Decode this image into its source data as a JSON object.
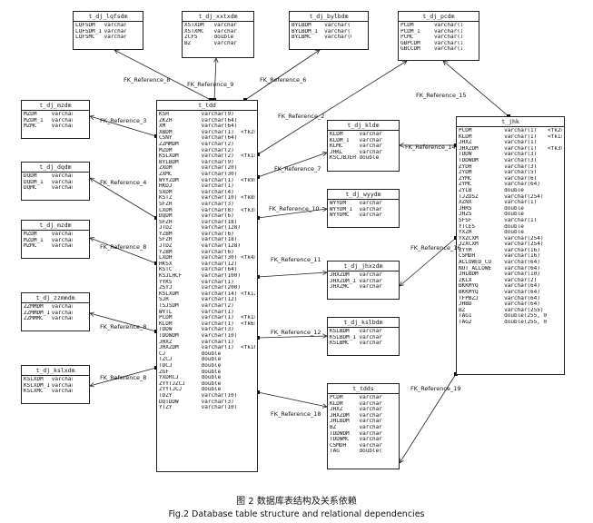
{
  "tables": [
    {
      "id": "lqfsdm",
      "title": "t_dj_lqfsdm",
      "rows": [
        [
          "LQFSDM",
          "varchar(2)",
          ""
        ],
        [
          "LQFSDM_1",
          "varchar(2)",
          ""
        ],
        [
          "LQFSMC",
          "varchar(32)",
          ""
        ]
      ]
    },
    {
      "id": "xxtxdm",
      "title": "t_dj_xxtxdm",
      "rows": [
        [
          "XSTXDM",
          "varchar(1)",
          ""
        ],
        [
          "XSTXMC",
          "varchar(64)",
          ""
        ],
        [
          "ZCFS",
          "double",
          ""
        ],
        [
          "BZ",
          "varchar(254)",
          ""
        ]
      ]
    },
    {
      "id": "bylbdm",
      "title": "t_dj_bylbdm",
      "rows": [
        [
          "BYLBDM",
          "varchar(1)",
          ""
        ],
        [
          "BYLBDM_1",
          "varchar(1)",
          ""
        ],
        [
          "BYLBMC",
          "varchar(64)",
          ""
        ]
      ]
    },
    {
      "id": "pcdm",
      "title": "t_dj_pcdm",
      "rows": [
        [
          "PCDM",
          "varchar(1)",
          ""
        ],
        [
          "PCDM_1",
          "varchar(1)",
          ""
        ],
        [
          "PCMC",
          "varchar(16)",
          ""
        ],
        [
          "GBPCDM",
          "varchar(1)",
          ""
        ],
        [
          "GBCCDM",
          "varchar(1)",
          ""
        ]
      ]
    },
    {
      "id": "mzdm",
      "title": "t_dj_mzdm",
      "rows": [
        [
          "MZDM",
          "varchar(1)",
          ""
        ],
        [
          "MZDM_1",
          "varchar(1)",
          ""
        ],
        [
          "MZMC",
          "varchar(2)",
          ""
        ]
      ]
    },
    {
      "id": "dqdm",
      "title": "t_dj_dqdm",
      "rows": [
        [
          "DQDM",
          "varchar(6)",
          ""
        ],
        [
          "DQDM_1",
          "varchar(6)",
          ""
        ],
        [
          "DQMC",
          "varchar(64)",
          ""
        ]
      ]
    },
    {
      "id": "mzdm2",
      "title": "t_dj_mzdm",
      "rows": [
        [
          "MZDM",
          "varchar(2)",
          ""
        ],
        [
          "MZDM_1",
          "varchar(2)",
          ""
        ],
        [
          "MZMC",
          "varchar(20)",
          ""
        ]
      ]
    },
    {
      "id": "zzmmdm",
      "title": "t_dj_zzmmdm",
      "rows": [
        [
          "ZZMMDM",
          "varchar(2)",
          ""
        ],
        [
          "ZZMMDM_1",
          "varchar(2)",
          ""
        ],
        [
          "ZZMMMC",
          "varchar(32)",
          ""
        ]
      ]
    },
    {
      "id": "kslxdm",
      "title": "t_dj_kslxdm",
      "rows": [
        [
          "KSLXDM",
          "varchar(2)",
          ""
        ],
        [
          "KSLXDM_1",
          "varchar(2)",
          ""
        ],
        [
          "KSLXMC",
          "varchar(64)",
          ""
        ]
      ]
    },
    {
      "id": "tdd",
      "title": "t_tdd",
      "rows": [
        [
          "KSH",
          "varchar(9)",
          ""
        ],
        [
          "ZKZH",
          "varchar(64)",
          ""
        ],
        [
          "XM",
          "varchar(64)",
          ""
        ],
        [
          "XBDM",
          "varchar(1)",
          "<fk2>"
        ],
        [
          "CSNY",
          "varchar(64)",
          ""
        ],
        [
          "ZZMMDM",
          "varchar(2)",
          ""
        ],
        [
          "MZDM",
          "varchar(2)",
          ""
        ],
        [
          "KSLXDM",
          "varchar(2)",
          "<fk1>"
        ],
        [
          "BYLBDM",
          "varchar(9)",
          ""
        ],
        [
          "ZXDM",
          "varchar(20)",
          ""
        ],
        [
          "ZXMC",
          "varchar(30)",
          ""
        ],
        [
          "WYYZDM",
          "varchar(1)",
          "<fk9>"
        ],
        [
          "HKDJ",
          "varchar(1)",
          ""
        ],
        [
          "SXDM",
          "varchar(4)",
          ""
        ],
        [
          "KSTZ",
          "varchar(10)",
          "<fk8>"
        ],
        [
          "SFZH",
          "varchar(3)",
          ""
        ],
        [
          "LXDM",
          "varchar(8)",
          "<fk3>"
        ],
        [
          "DQDM",
          "varchar(6)",
          ""
        ],
        [
          "SFZH",
          "varchar(18)",
          ""
        ],
        [
          "JTDZ",
          "varchar(128)",
          ""
        ],
        [
          "YZBM",
          "varchar(6)",
          ""
        ],
        [
          "SFZH",
          "varchar(18)",
          ""
        ],
        [
          "JTDZ",
          "varchar(128)",
          ""
        ],
        [
          "YZBM",
          "varchar(6)",
          ""
        ],
        [
          "LXDH",
          "varchar(30)",
          "<fk4>"
        ],
        [
          "HKSX",
          "varchar(12)",
          ""
        ],
        [
          "KSTC",
          "varchar(64)",
          ""
        ],
        [
          "KSJLHCF",
          "varchar(100)",
          ""
        ],
        [
          "YYKS",
          "varchar(1)",
          ""
        ],
        [
          "ZSYJ",
          "varchar(200)",
          ""
        ],
        [
          "KSLXDM",
          "varchar(14)",
          "<fk12>"
        ],
        [
          "SJR",
          "varchar(12)",
          ""
        ],
        [
          "TSJSDM",
          "varchar(2)",
          ""
        ],
        [
          "WYTL",
          "varchar(1)",
          ""
        ],
        [
          "PCDM",
          "varchar(1)",
          "<fk1>"
        ],
        [
          "KLDM",
          "varchar(1)",
          "<fk6>"
        ],
        [
          "TDDW",
          "varchar(3)",
          ""
        ],
        [
          "TDDWDM",
          "varchar(10)",
          ""
        ],
        [
          "JHXZ",
          "varchar(1)",
          ""
        ],
        [
          "JHXZDM",
          "varchar(1)",
          "<fk10>"
        ],
        [
          "CJ",
          "double",
          ""
        ],
        [
          "TZCJ",
          "double",
          ""
        ],
        [
          "TDCJ",
          "double",
          ""
        ],
        [
          "ZGF",
          "double",
          ""
        ],
        [
          "YXDRCJ",
          "double",
          ""
        ],
        [
          "ZYYTJZCJ",
          "double",
          ""
        ],
        [
          "ZYYTJCJ",
          "double",
          ""
        ],
        [
          "TDZY",
          "varchar(10)",
          ""
        ],
        [
          "DQTDDW",
          "varchar(3)",
          ""
        ],
        [
          "YTZY",
          "varchar(10)",
          ""
        ]
      ]
    },
    {
      "id": "kldm",
      "title": "t_dj_kldm",
      "rows": [
        [
          "KLDM",
          "varchar(1)",
          ""
        ],
        [
          "KLDM_1",
          "varchar(1)",
          ""
        ],
        [
          "KLMC",
          "varchar(16)",
          ""
        ],
        [
          "JHKL",
          "varchar(20)",
          ""
        ],
        [
          "KSCJBJEH",
          "double",
          ""
        ]
      ]
    },
    {
      "id": "wyydm",
      "title": "t_dj_wyydm",
      "rows": [
        [
          "WYYDM",
          "varchar(1)",
          ""
        ],
        [
          "WYYDM_1",
          "varchar(1)",
          ""
        ],
        [
          "WYYDMC",
          "varchar(12)",
          ""
        ]
      ]
    },
    {
      "id": "jhxzdm",
      "title": "t_dj_jhxzdm",
      "rows": [
        [
          "JHXZDM",
          "varchar(1)",
          ""
        ],
        [
          "JHXZDM_1",
          "varchar(1)",
          ""
        ],
        [
          "JHXZMC",
          "varchar(32)",
          ""
        ]
      ]
    },
    {
      "id": "kslbdm",
      "title": "t_dj_kslbdm",
      "rows": [
        [
          "KSLBDM",
          "varchar(1)",
          ""
        ],
        [
          "KSLBDM_1",
          "varchar(1)",
          ""
        ],
        [
          "KSLBMC",
          "varchar(16)",
          ""
        ]
      ]
    },
    {
      "id": "tdds",
      "title": "t_tdds",
      "rows": [
        [
          "PCDM",
          "varchar(1)",
          ""
        ],
        [
          "KLDM",
          "varchar(1)",
          ""
        ],
        [
          "JHXZ",
          "varchar(1)",
          ""
        ],
        [
          "JHXZDM",
          "varchar(1)",
          ""
        ],
        [
          "JHLBDM",
          "varchar(10)",
          ""
        ],
        [
          "BZ",
          "varchar(64)",
          ""
        ],
        [
          "TDDWDM",
          "varchar(3)",
          ""
        ],
        [
          "TDDWMC",
          "varchar(64)",
          ""
        ],
        [
          "CSMDH",
          "varchar(16)",
          ""
        ],
        [
          "TAG",
          "double(255, 0)",
          ""
        ]
      ]
    },
    {
      "id": "jhk",
      "title": "t_jhk",
      "rows": [
        [
          "PCDM",
          "varchar(1)",
          "<fk2>"
        ],
        [
          "KLDM",
          "varchar(1)",
          "<fk1>"
        ],
        [
          "JHXZ",
          "varchar(1)",
          ""
        ],
        [
          "JHXZDM",
          "varchar(1)",
          "<fk3>"
        ],
        [
          "TDDW",
          "varchar(3)",
          ""
        ],
        [
          "TDDWDM",
          "varchar(3)",
          ""
        ],
        [
          "ZYDH",
          "varchar(3)",
          ""
        ],
        [
          "ZYDM",
          "varchar(5)",
          ""
        ],
        [
          "ZYMC",
          "varchar(6)",
          ""
        ],
        [
          "ZYMC",
          "varchar(64)",
          ""
        ],
        [
          "ZYLB",
          "double",
          ""
        ],
        [
          "TJZDSZ",
          "varchar(254)",
          ""
        ],
        [
          "XZNX",
          "varchar(1)",
          ""
        ],
        [
          "JHRS",
          "double",
          ""
        ],
        [
          "JHZS",
          "double",
          ""
        ],
        [
          "SFSF",
          "varchar(1)",
          ""
        ],
        [
          "YTCES",
          "double",
          ""
        ],
        [
          "YXZH",
          "double",
          ""
        ],
        [
          "YXZCXM",
          "varchar(254)",
          ""
        ],
        [
          "JZXCXM",
          "varchar(254)",
          ""
        ],
        [
          "ZYYM",
          "varchar(16)",
          ""
        ],
        [
          "CSMDH",
          "varchar(16)",
          ""
        ],
        [
          "ALLOWED_CO",
          "varchar(64)",
          ""
        ],
        [
          "NOT_ALLOWE",
          "varchar(64)",
          ""
        ],
        [
          "JHLBDM",
          "varchar(10)",
          ""
        ],
        [
          "ZKLX",
          "varchar(2)",
          ""
        ],
        [
          "BKKMYQ",
          "varchar(64)",
          ""
        ],
        [
          "BKKMYQ",
          "varchar(64)",
          ""
        ],
        [
          "TFPBZJ",
          "varchar(64)",
          ""
        ],
        [
          "JHBD",
          "varchar(64)",
          ""
        ],
        [
          "BZ",
          "varchar(255)",
          ""
        ],
        [
          "TAG1",
          "double(255, 0)",
          ""
        ],
        [
          "TAG2",
          "double(255, 0)",
          ""
        ]
      ]
    }
  ],
  "relations": [
    {
      "id": "ref8a",
      "label": "FK_Reference_8"
    },
    {
      "id": "ref9",
      "label": "FK_Reference_9"
    },
    {
      "id": "ref6",
      "label": "FK_Reference_6"
    },
    {
      "id": "ref15",
      "label": "FK_Reference_15"
    },
    {
      "id": "ref3",
      "label": "FK_Reference_3"
    },
    {
      "id": "ref2",
      "label": "FK_Reference_2"
    },
    {
      "id": "ref7",
      "label": "FK_Reference_7"
    },
    {
      "id": "ref14",
      "label": "FK_Reference_14"
    },
    {
      "id": "ref4",
      "label": "FK_Reference_4"
    },
    {
      "id": "ref10",
      "label": "FK_Reference_10"
    },
    {
      "id": "ref16",
      "label": "FK_Reference_16"
    },
    {
      "id": "ref8b",
      "label": "FK_Reference_8"
    },
    {
      "id": "ref11",
      "label": "FK_Reference_11"
    },
    {
      "id": "ref5",
      "label": "FK_Reference_8"
    },
    {
      "id": "ref12",
      "label": "FK_Reference_12"
    },
    {
      "id": "ref8c",
      "label": "FK_Reference_8"
    },
    {
      "id": "ref19",
      "label": "FK_Reference_19"
    },
    {
      "id": "ref18",
      "label": "FK_Reference_18"
    }
  ],
  "caption": {
    "zh": "图 2 数据库表结构及关系依赖",
    "en": "Fig.2  Database table structure and relational dependencies"
  }
}
